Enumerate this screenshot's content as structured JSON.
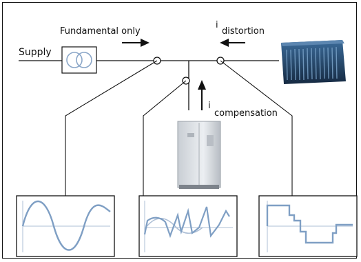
{
  "labels": {
    "supply": "Supply",
    "fundamental": "Fundamental only",
    "i_distortion_main": "i",
    "i_distortion_sub": "distortion",
    "i_compensation_main": "i",
    "i_compensation_sub": "compensation"
  },
  "colors": {
    "wave": "#7f9fc4",
    "baseline": "#aebfd6",
    "line": "#111111",
    "transformer": "#8aa6c8",
    "load_body": "#1c3552",
    "load_front": "#3f6e9a",
    "filter_body": "#d9dde2"
  },
  "icons": [
    "transformer-icon",
    "nonlinear-load-icon",
    "active-filter-icon",
    "sine-waveform-icon",
    "compensation-waveform-icon",
    "distorted-waveform-icon"
  ]
}
